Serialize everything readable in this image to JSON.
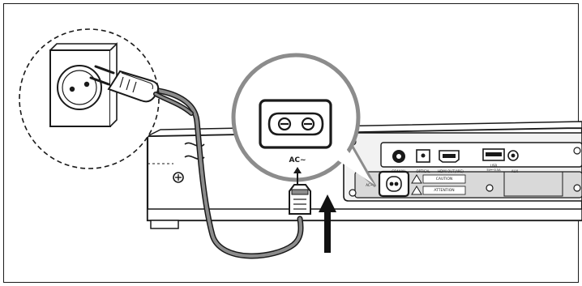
{
  "figure": {
    "type": "installation-diagram",
    "subject": "connecting AC power cord to soundbar",
    "colors": {
      "line": "#1a1a1a",
      "panel_fill": "#f2f2f2",
      "panel_dark": "#d9d9d9",
      "port_fill": "#ffffff",
      "cable": "#555555",
      "callout_border": "#8c8c8c",
      "callout_fill": "#ffffff",
      "arrow": "#111111"
    }
  },
  "callout": {
    "label": "AC~"
  },
  "panel": {
    "ports": [
      {
        "id": "coaxial",
        "label": "COAXIAL",
        "icon": "round-jack-icon"
      },
      {
        "id": "optical",
        "label": "OPTICAL",
        "icon": "square-optical-icon"
      },
      {
        "id": "hdmi",
        "label": "HDMI OUT(ARC)",
        "icon": "hdmi-port-icon"
      },
      {
        "id": "usb",
        "label": "USB",
        "sublabel": "5V━─0.5A",
        "icon": "usb-port-icon"
      },
      {
        "id": "aux",
        "label": "AUX",
        "icon": "round-jack-icon"
      }
    ],
    "ac_in_label": "AC~",
    "caution_1": "CAUTION",
    "caution_2": "ATTENTION"
  },
  "icons": {
    "wall_socket": "wall-socket-icon",
    "plug": "euro-plug-icon",
    "ac_inlet": "figure-8-inlet-icon",
    "direction_arrow": "up-arrow-icon",
    "screw": "screw-icon"
  }
}
